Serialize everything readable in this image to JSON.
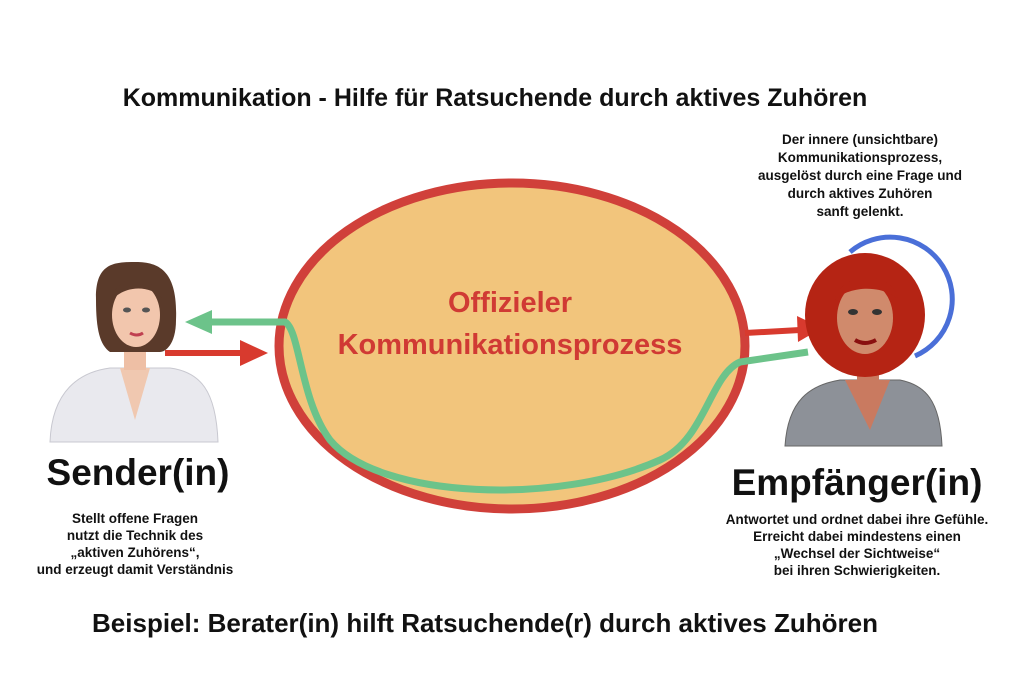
{
  "title": "Kommunikation - Hilfe für Ratsuchende durch aktives Zuhören",
  "center": {
    "line1": "Offizieler",
    "line2": "Kommunikationsprozess"
  },
  "inner_note": [
    "Der innere (unsichtbare)",
    "Kommunikationsprozess,",
    "ausgelöst durch eine Frage und",
    "durch aktives Zuhören",
    "sanft gelenkt."
  ],
  "sender": {
    "label": "Sender(in)",
    "desc": [
      "Stellt offene Fragen",
      "nutzt die Technik des",
      "„aktiven Zuhörens“,",
      "und erzeugt damit Verständnis"
    ]
  },
  "receiver": {
    "label": "Empfänger(in)",
    "desc": [
      "Antwortet und ordnet dabei ihre Gefühle.",
      "Erreicht dabei mindestens einen",
      "„Wechsel der Sichtweise“",
      "bei ihren Schwierigkeiten."
    ]
  },
  "footer": "Beispiel: Berater(in) hilft Ratsuchende(r) durch aktives Zuhören",
  "colors": {
    "ellipse_fill": "#f2c57c",
    "ellipse_stroke": "#d0403a",
    "green": "#6cc38a",
    "red_arrow": "#d83a2e",
    "blue": "#4a6fd8",
    "center_text": "#d03a34"
  }
}
